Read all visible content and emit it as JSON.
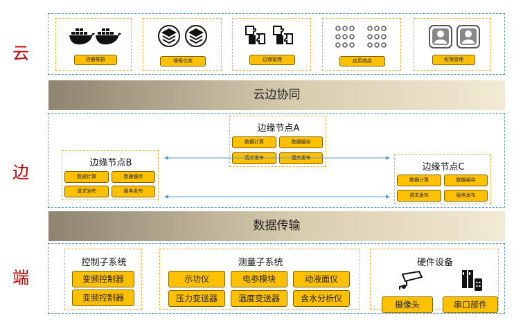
{
  "sides": {
    "cloud": "云",
    "edge": "边",
    "end": "端"
  },
  "bands": {
    "cloud_edge": "云边协同",
    "data_transfer": "数据传输"
  },
  "cloud_items": [
    "容器集群",
    "镜像仓库",
    "边缘管理",
    "应用商店",
    "权限管理"
  ],
  "edge": {
    "node_a": {
      "title": "边缘节点A",
      "items": [
        "数据计算",
        "数据缓存",
        "请求发布",
        "服务发布"
      ]
    },
    "node_b": {
      "title": "边缘节点B",
      "items": [
        "数据计算",
        "数据缓存",
        "请求发布",
        "服务发布"
      ]
    },
    "node_c": {
      "title": "边缘节点C",
      "items": [
        "数据计算",
        "数据缓存",
        "请求发布",
        "服务发布"
      ]
    }
  },
  "end": {
    "control": {
      "title": "控制子系统",
      "items": [
        "变频控制器",
        "变频控制器"
      ]
    },
    "measure": {
      "title": "测量子系统",
      "items": [
        "示功仪",
        "电参模块",
        "动液面仪",
        "压力变送器",
        "温度变送器",
        "含水分析仪"
      ]
    },
    "hardware": {
      "title": "硬件设备",
      "items": [
        "摄像头",
        "串口部件"
      ]
    }
  }
}
